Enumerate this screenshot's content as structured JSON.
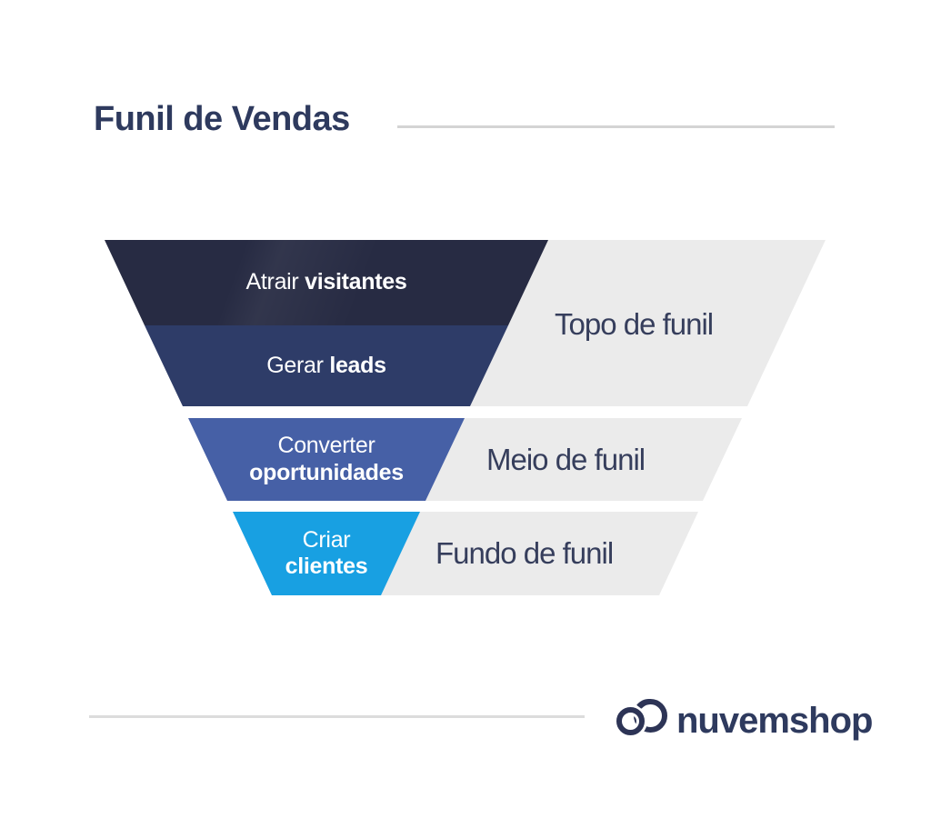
{
  "header": {
    "title": "Funil de Vendas"
  },
  "funnel": {
    "stages": [
      {
        "name": "atrair-visitantes",
        "regular": "Atrair",
        "bold": "visitantes",
        "color": "#272b43"
      },
      {
        "name": "gerar-leads",
        "regular": "Gerar",
        "bold": "leads",
        "color": "#2e3c68"
      },
      {
        "name": "converter-oportunidades",
        "regular": "Converter",
        "bold": "oportunidades",
        "color": "#4660a6"
      },
      {
        "name": "criar-clientes",
        "regular": "Criar",
        "bold": "clientes",
        "color": "#18a0e2"
      }
    ],
    "bands": [
      {
        "label": "Topo de funil"
      },
      {
        "label": "Meio de funil"
      },
      {
        "label": "Fundo de funil"
      }
    ]
  },
  "footer": {
    "brand": "nuvemshop",
    "logo_icon": "nuvemshop-rings-icon"
  },
  "colors": {
    "background": "#ffffff",
    "title_navy": "#2e3a5e",
    "label_navy": "#363e5c",
    "band_gray": "#ebebeb",
    "stage_text": "#ffffff",
    "divider": "#d4d4d4",
    "divider_light": "#dcdcdc",
    "logo_navy": "#2d3456"
  }
}
